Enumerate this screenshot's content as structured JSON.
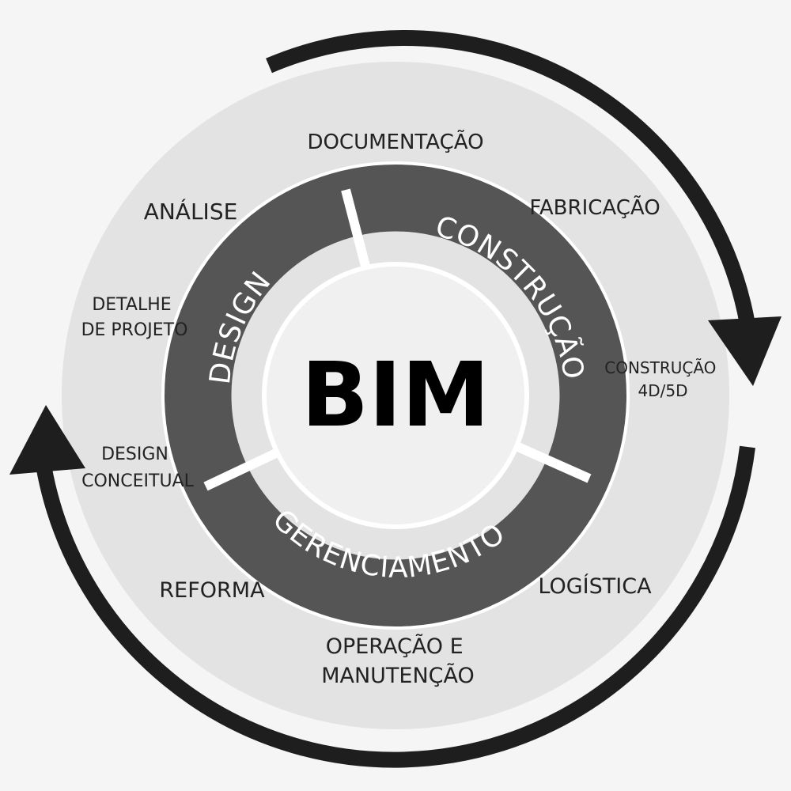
{
  "center": {
    "label": "BIM"
  },
  "segments": [
    {
      "id": "design",
      "label": "DESIGN"
    },
    {
      "id": "construcao",
      "label": "CONSTRUÇÃO"
    },
    {
      "id": "gerenciamento",
      "label": "GERENCIAMENTO"
    }
  ],
  "outer_labels": {
    "documentacao": [
      "DOCUMENTAÇÃO"
    ],
    "fabricacao": [
      "FABRICAÇÃO"
    ],
    "analise": [
      "ANÁLISE"
    ],
    "detalhe": [
      "DETALHE",
      "DE PROJETO"
    ],
    "construcao_4d5d": [
      "CONSTRUÇÃO",
      "4D/5D"
    ],
    "design_conceitual": [
      "DESIGN",
      "CONCEITUAL"
    ],
    "reforma": [
      "REFORMA"
    ],
    "logistica": [
      "LOGÍSTICA"
    ],
    "operacao": [
      "OPERAÇÃO E",
      "MANUTENÇÃO"
    ]
  },
  "colors": {
    "background": "#f5f5f5",
    "outer_disk": "#e3e3e3",
    "segment_fill": "#555555",
    "segment_gap": "#ffffff",
    "inner_disk": "#f0f0f0",
    "arrow": "#1e1e1e"
  },
  "icons": [
    "cycle-arrow-right-icon",
    "cycle-arrow-left-icon"
  ]
}
